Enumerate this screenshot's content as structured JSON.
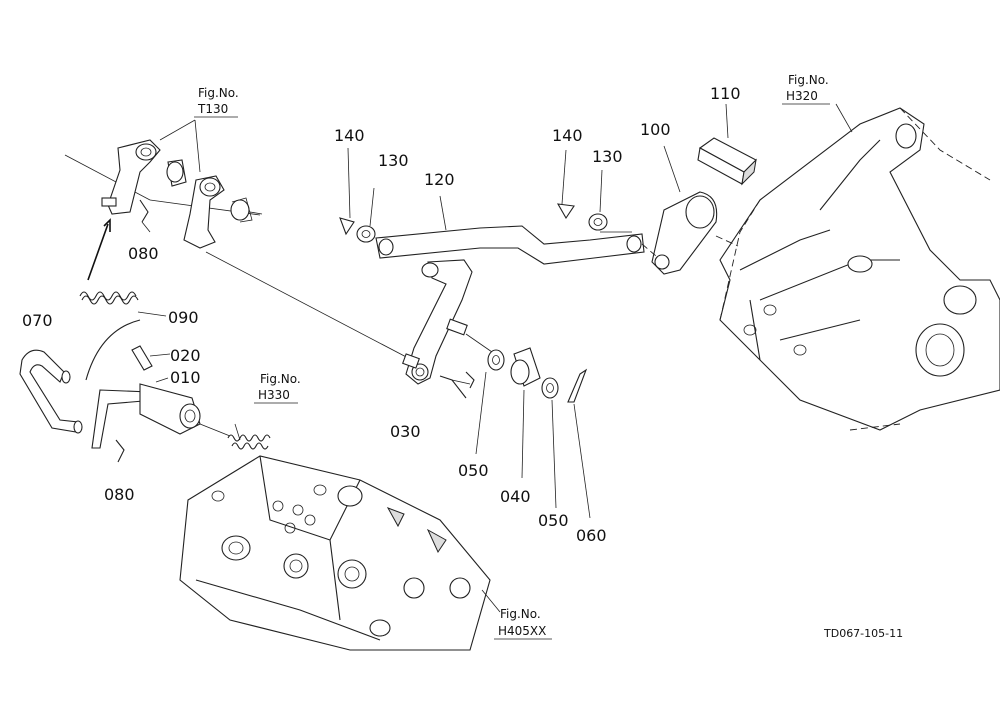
{
  "parts": {
    "p010": "010",
    "p020": "020",
    "p030": "030",
    "p040": "040",
    "p050a": "050",
    "p050b": "050",
    "p060": "060",
    "p070": "070",
    "p080a": "080",
    "p080b": "080",
    "p090": "090",
    "p100": "100",
    "p110": "110",
    "p120": "120",
    "p130a": "130",
    "p130b": "130",
    "p140a": "140",
    "p140b": "140"
  },
  "refs": {
    "t130": {
      "label": "Fig.No.",
      "fig": "T130"
    },
    "h320": {
      "label": "Fig.No.",
      "fig": "H320"
    },
    "h330": {
      "label": "Fig.No.",
      "fig": "H330"
    },
    "h405": {
      "label": "Fig.No.",
      "fig": "H405XX"
    }
  },
  "drawing_number": "TD067-105-11"
}
